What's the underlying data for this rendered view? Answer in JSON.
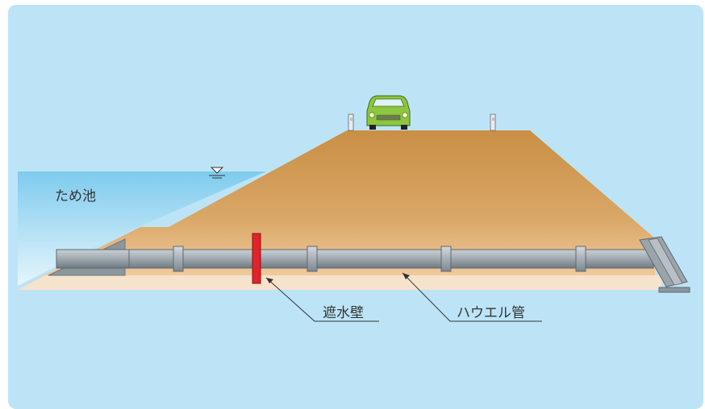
{
  "labels": {
    "pond": "ため池",
    "cutoff_wall": "遮水壁",
    "pipe": "ハウエル管"
  },
  "colors": {
    "background": "#bde4f6",
    "embankment_top": "#c98f45",
    "embankment_bottom": "#f5d8b0",
    "water": "#8fd0ef",
    "pipe": "#9aa4ab",
    "cutoff_wall": "#e0242a",
    "car_body": "#8dc63f"
  },
  "icons": {
    "water_level": "water-level-icon",
    "vehicle": "car-icon",
    "guard_post": "guard-post-icon"
  }
}
